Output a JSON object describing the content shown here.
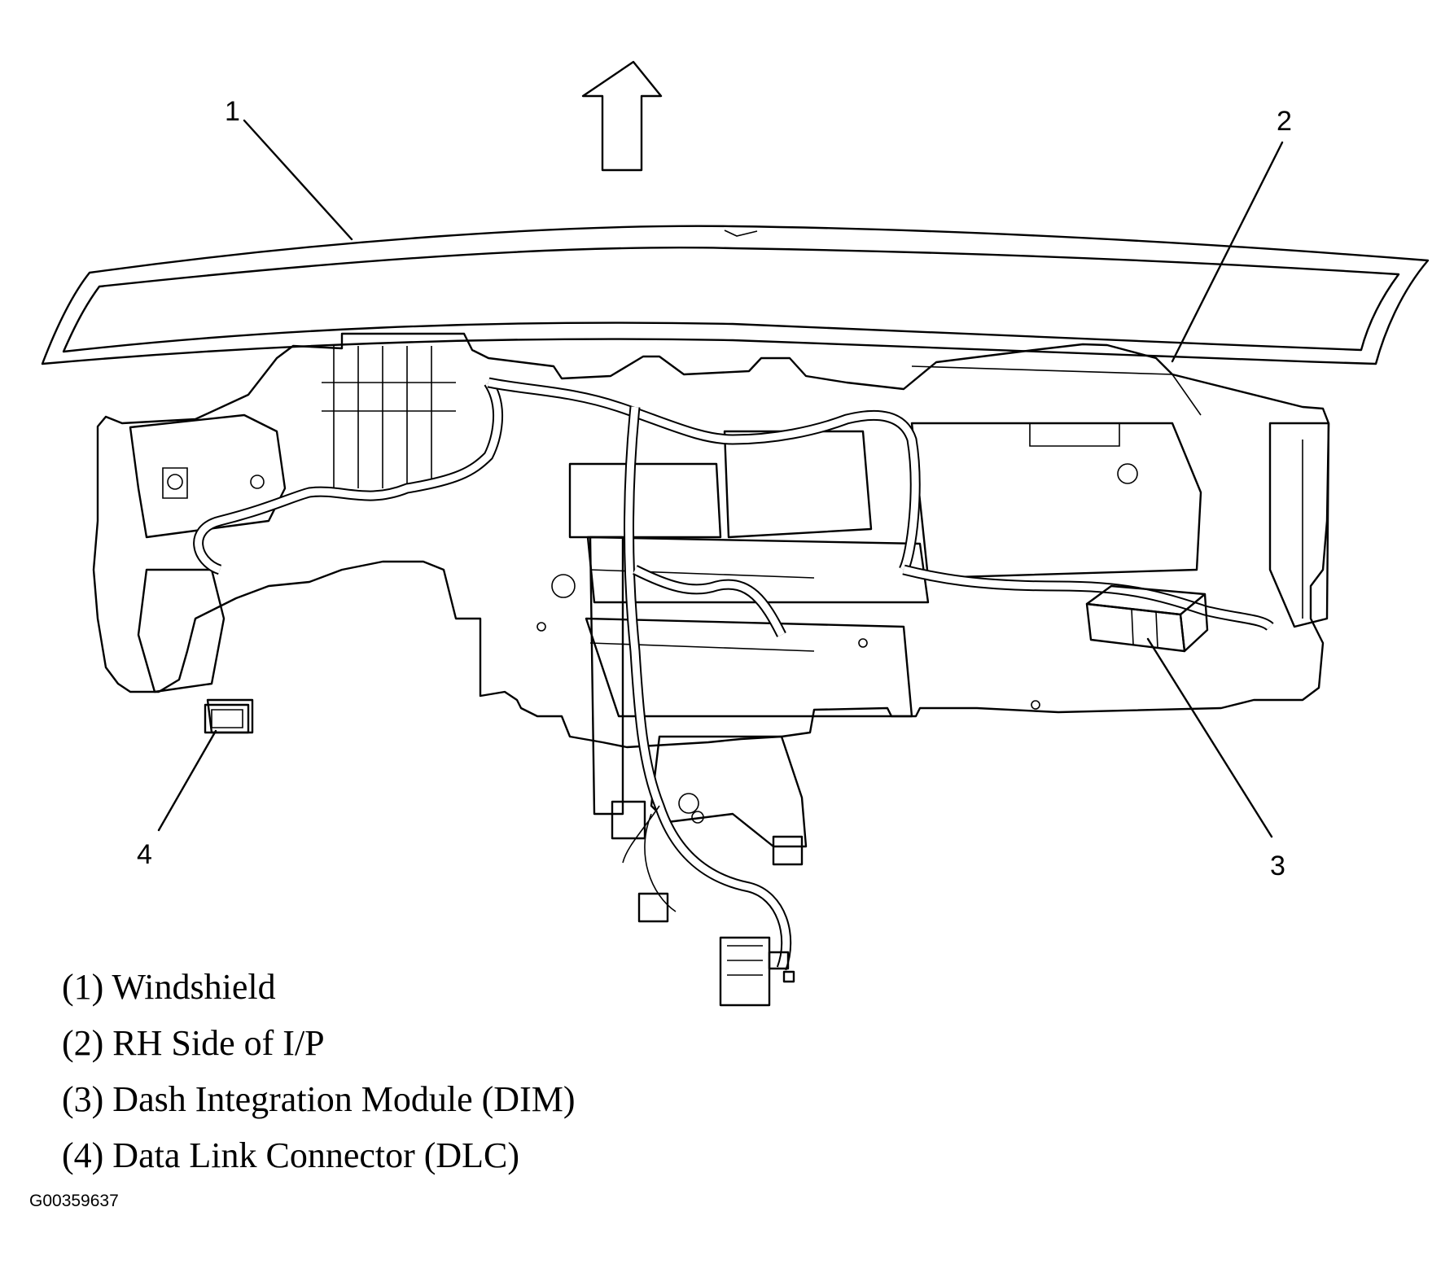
{
  "callouts": {
    "c1": "1",
    "c2": "2",
    "c3": "3",
    "c4": "4"
  },
  "legend": [
    "(1) Windshield",
    "(2) RH Side of I/P",
    "(3) Dash Integration Module (DIM)",
    "(4) Data Link Connector (DLC)"
  ],
  "figure_id": "G00359637"
}
